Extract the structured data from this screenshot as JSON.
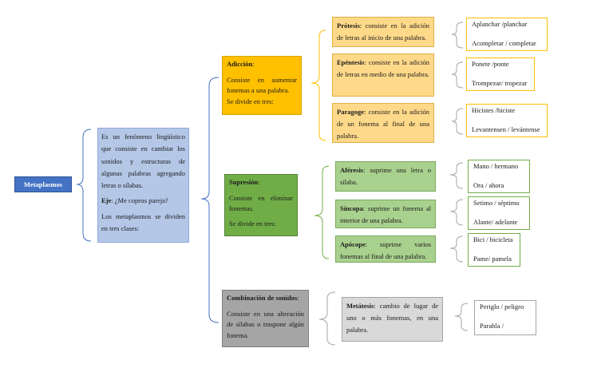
{
  "root": {
    "label": "Metaplasmos"
  },
  "description": {
    "p1": "Es un fenómeno lingüístico que consiste en cambiar los sonidos y estructuras de algunas palabras agregando letras o sílabas.",
    "p2_term": "Eje",
    "p2_text": ": ¿Me copeas pareja?",
    "p3": "Los metaplasmos se dividen en tres clases:"
  },
  "adiccion": {
    "title": "Adicción",
    "title_suffix": ":",
    "text": "Consiste en aumentar fonemas a una palabra.",
    "divide": "Se divide en tres:",
    "items": [
      {
        "term": "Prótesis",
        "text": ": consiste en la adición de letras al inicio de una palabra.",
        "examples": [
          "Aplanchar /planchar",
          "Acompletar / completar"
        ]
      },
      {
        "term": "Epéntesis",
        "text": ": consiste en la adición de letras en medio de una palabra.",
        "examples": [
          "Ponete /ponte",
          "Trompezar/ tropezar"
        ]
      },
      {
        "term": "Paragoge",
        "text": ": consiste en la adición de un fonema al final de una palabra.",
        "examples": [
          "Hicistes /hiciste",
          "Levantensen / levántense"
        ]
      }
    ]
  },
  "supresion": {
    "title": "Supresión",
    "title_suffix": ":",
    "text": "Consiste en eliminar fonemas.",
    "divide": "Se divide en tres:",
    "items": [
      {
        "term": "Aféresis",
        "text": ": suprime una letra o sílaba.",
        "examples": [
          "Mano / hermano",
          "Ora / ahora"
        ]
      },
      {
        "term": "Síncopa",
        "text": ": suprime un fonema al interior de una palabra.",
        "examples": [
          "Setimo / séptimo",
          "Alante/ adelante"
        ]
      },
      {
        "term": "Apócope",
        "text": ": suprime varios fonemas al final de una palabra.",
        "examples": [
          "Bici / bicicleta",
          "Pame/ pamela"
        ]
      }
    ]
  },
  "combinacion": {
    "title": "Combinación de sonidos",
    "title_suffix": ":",
    "text": "Consiste en una alteración de sílabas o traspone algún fonema.",
    "items": [
      {
        "term": "Metátesis",
        "text": ": cambio de lugar de uno o más fonemas, en una palabra.",
        "examples": [
          "Periglo / peligro",
          "Parabla /"
        ]
      }
    ]
  },
  "colors": {
    "root": "#4472c4",
    "description": "#b4c7e7",
    "adiccion": "#ffc000",
    "supresion": "#70ad47",
    "combinacion": "#a5a5a5",
    "bracket": "#4472c4"
  }
}
